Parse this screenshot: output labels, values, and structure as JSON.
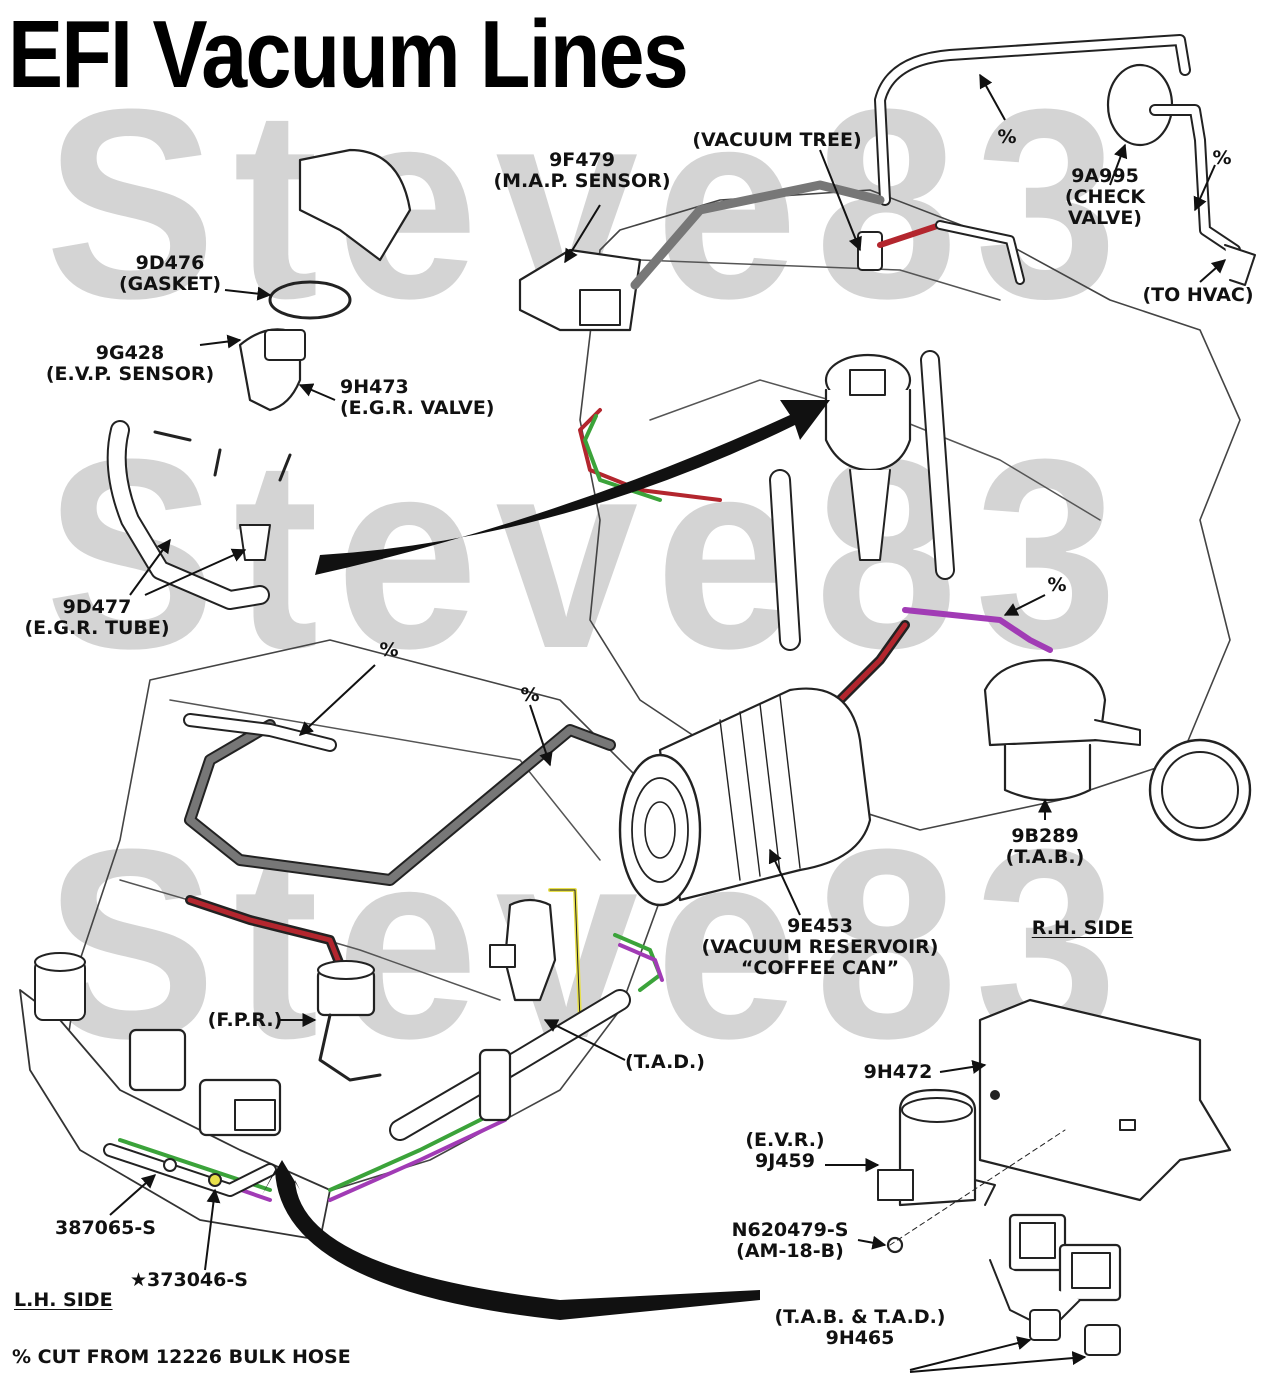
{
  "title": "EFI Vacuum Lines",
  "watermark": "Steve83",
  "colors": {
    "vacuum_gray": "#777777",
    "hose_red": "#b3262e",
    "hose_green": "#3ba33a",
    "hose_purple": "#a13bb5",
    "hose_yellow": "#e8e04a",
    "watermark": "#d4d4d4"
  },
  "labels": {
    "map_sensor": {
      "part": "9F479",
      "name": "(M.A.P. SENSOR)"
    },
    "vacuum_tree": {
      "name": "(VACUUM TREE)"
    },
    "hose_top": "%",
    "check_valve": {
      "part": "9A995",
      "line1": "(CHECK",
      "line2": "VALVE)"
    },
    "hose_check": "%",
    "to_hvac": "(TO HVAC)",
    "gasket": {
      "part": "9D476",
      "name": "(GASKET)"
    },
    "evp_sensor": {
      "part": "9G428",
      "name": "(E.V.P. SENSOR)"
    },
    "egr_valve": {
      "part": "9H473",
      "name": "(E.G.R. VALVE)"
    },
    "egr_tube": {
      "part": "9D477",
      "name": "(E.G.R. TUBE)"
    },
    "hose_rh": "%",
    "tab_rh": {
      "part": "9B289",
      "name": "(T.A.B.)"
    },
    "hose_left": "%",
    "hose_mid": "%",
    "vacuum_reservoir": {
      "part": "9E453",
      "name": "(VACUUM RESERVOIR)",
      "nickname": "“COFFEE   CAN”"
    },
    "rh_side": "R.H. SIDE",
    "fpr": "(F.P.R.)",
    "tad": "(T.A.D.)",
    "bracket": "9H472",
    "evr": {
      "name": "(E.V.R.)",
      "part": "9J459"
    },
    "nut": {
      "part": "N620479-S",
      "name": "(AM-18-B)"
    },
    "fastener_1": "387065-S",
    "fastener_2": "★373046-S",
    "lh_side": "L.H. SIDE",
    "solenoids": {
      "name": "(T.A.B. & T.A.D.)",
      "part": "9H465"
    },
    "footnote": "% CUT FROM 12226 BULK HOSE"
  }
}
